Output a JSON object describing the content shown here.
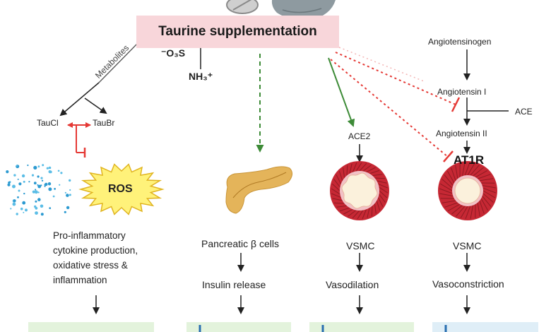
{
  "title": "Taurine supplementation",
  "chem": {
    "sulfonate": "⁻O₃S",
    "amine": "NH₃⁺"
  },
  "metabolites": {
    "label": "Metabolites",
    "taucl": "TauCl",
    "taubr": "TauBr"
  },
  "ros": "ROS",
  "inflammation_text": [
    "Pro-inflammatory",
    "cytokine production,",
    "oxidative stress &",
    "inflammation"
  ],
  "pancreas": {
    "cells": "Pancreatic β cells",
    "release": "Insulin release"
  },
  "vaso": {
    "ace2": "ACE2",
    "vsmc": "VSMC",
    "effect": "Vasodilation"
  },
  "ras": {
    "angiotensinogen": "Angiotensinogen",
    "ang1": "Angiotensin I",
    "ace": "ACE",
    "ang2": "Angiotensin II",
    "at1r": "AT1R",
    "vsmc": "VSMC",
    "effect": "Vasoconstriction"
  },
  "colors": {
    "title_bg": "#f8d6da",
    "inhibit_red": "#e53935",
    "green_arrow": "#3d8b37",
    "ros_yellow": "#fff27a",
    "pancreas": "#e4b45a",
    "vessel_red": "#c62834",
    "bottom_green": "#e3f3dc",
    "bottom_blue": "#dfeef7"
  }
}
